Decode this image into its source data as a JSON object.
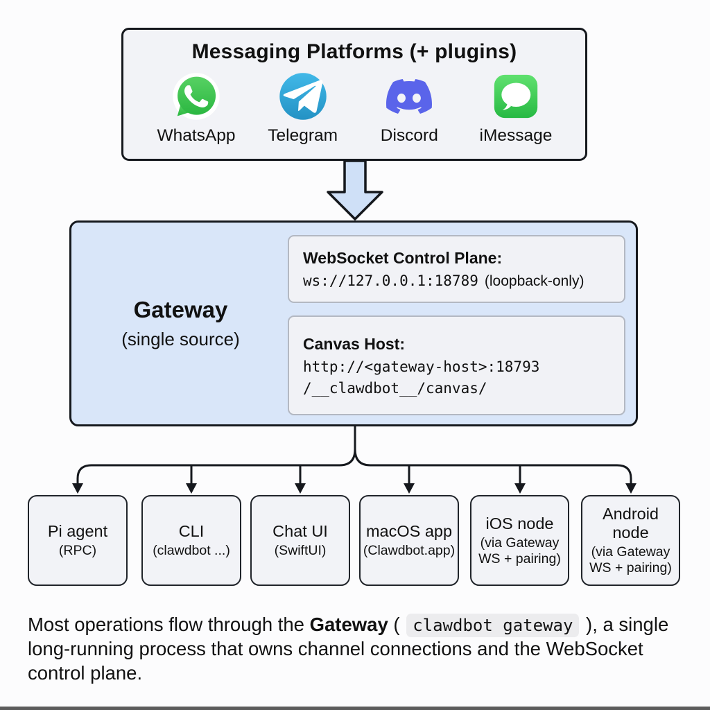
{
  "platforms_box": {
    "title": "Messaging Platforms (+ plugins)",
    "platforms": [
      {
        "name": "WhatsApp",
        "icon": "whatsapp-icon",
        "color": "#41c452"
      },
      {
        "name": "Telegram",
        "icon": "telegram-icon",
        "color": "#37a8dd"
      },
      {
        "name": "Discord",
        "icon": "discord-icon",
        "color": "#5a64ea"
      },
      {
        "name": "iMessage",
        "icon": "imessage-icon",
        "color": "#3ddc55"
      }
    ]
  },
  "gateway": {
    "title": "Gateway",
    "subtitle": "(single source)",
    "panels": [
      {
        "title": "WebSocket Control Plane:",
        "code": "ws://127.0.0.1:18789",
        "note": "(loopback-only)"
      },
      {
        "title": "Canvas Host:",
        "code_line1": "http://<gateway-host>:18793",
        "code_line2": "/__clawdbot__/canvas/"
      }
    ]
  },
  "clients": [
    {
      "title": "Pi agent",
      "subtitle": "(RPC)"
    },
    {
      "title": "CLI",
      "subtitle": "(clawdbot ...)"
    },
    {
      "title": "Chat UI",
      "subtitle": "(SwiftUI)"
    },
    {
      "title": "macOS app",
      "subtitle": "(Clawdbot.app)"
    },
    {
      "title": "iOS node",
      "subtitle": "(via Gateway WS + pairing)"
    },
    {
      "title": "Android node",
      "subtitle": "(via Gateway WS + pairing)"
    }
  ],
  "caption": {
    "part1": "Most operations flow through the ",
    "bold": "Gateway",
    "part2": " ( ",
    "code": "clawdbot gateway",
    "part3": " ), a single long-running process that owns channel connections and the WebSocket control plane."
  },
  "colors": {
    "gateway_fill": "#d9e6f9",
    "arrow_fill": "#cfe0f7",
    "box_fill": "#f2f3f7",
    "panel_fill": "#f1f2f6",
    "line": "#15181d",
    "code_bg": "#ececee"
  }
}
